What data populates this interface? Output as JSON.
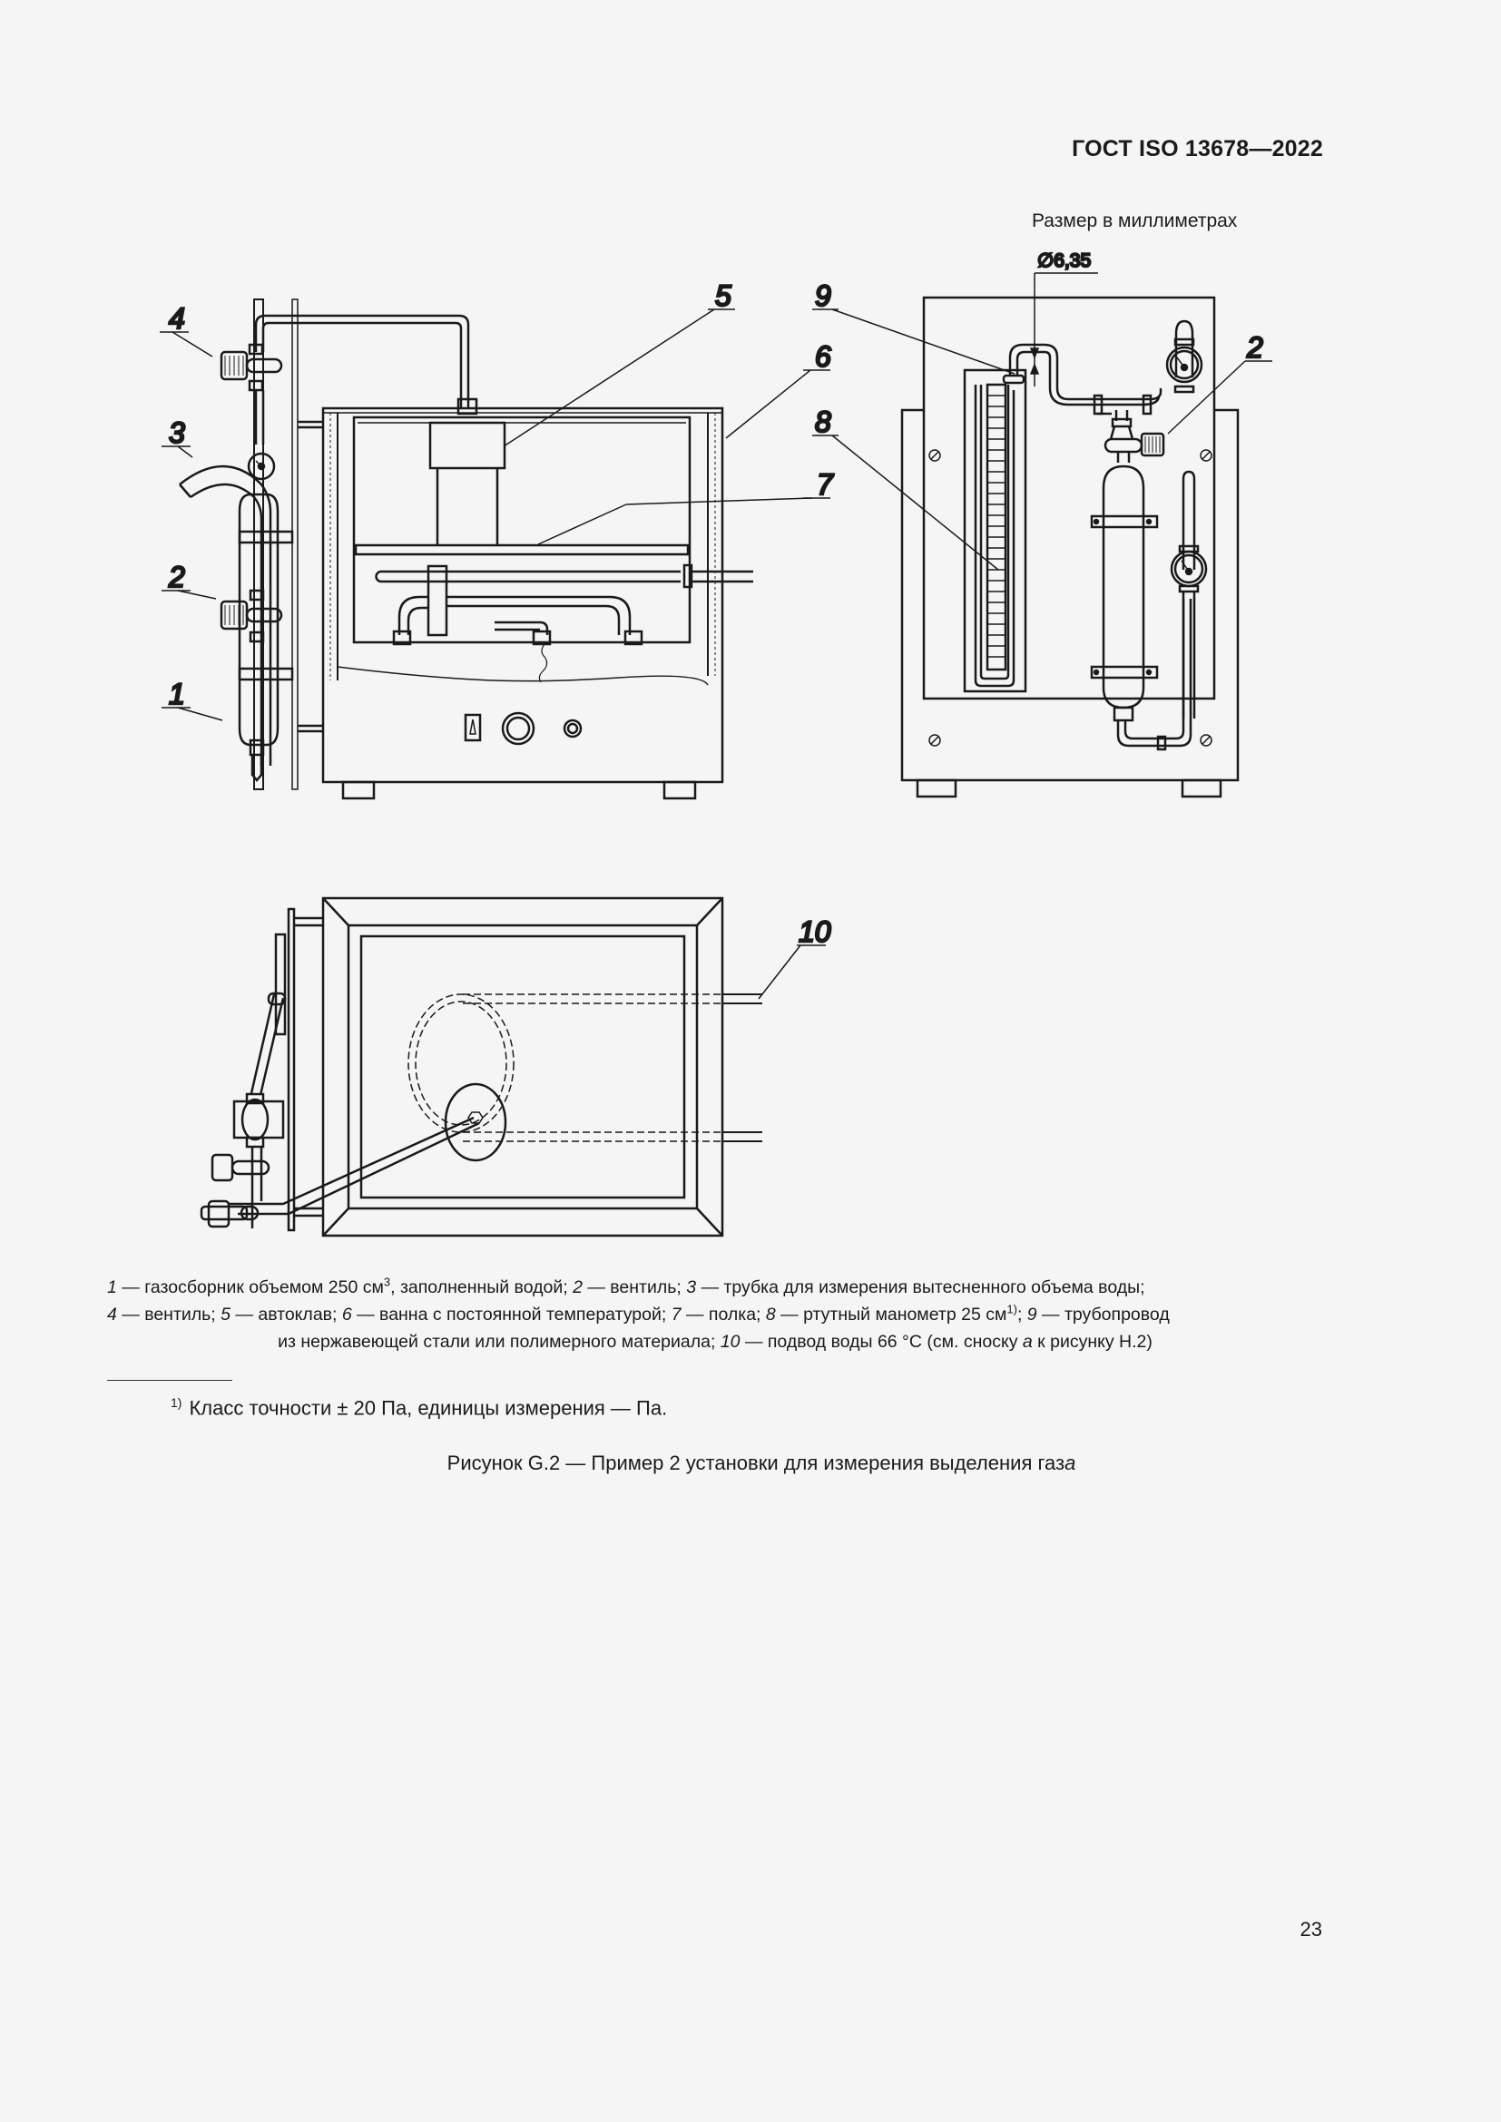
{
  "header": {
    "standard_code": "ГОСТ ISO 13678—2022"
  },
  "figure": {
    "size_note": "Размер в миллиметрах",
    "dimension_label": "∅6,35",
    "callouts": [
      "1",
      "2",
      "3",
      "4",
      "5",
      "6",
      "7",
      "8",
      "9",
      "2",
      "10"
    ],
    "callout_labels": {
      "c1": "1",
      "c2": "2",
      "c3": "3",
      "c4": "4",
      "c5": "5",
      "c6": "6",
      "c7": "7",
      "c8": "8",
      "c9": "9",
      "c2b": "2",
      "c10": "10"
    },
    "legend": {
      "items": [
        {
          "num": "1",
          "text": "газосборник объемом 250 см",
          "sup": "3",
          "tail": ", заполненный водой;"
        },
        {
          "num": "2",
          "text": "вентиль;"
        },
        {
          "num": "3",
          "text": "трубка для измерения вытесненного объема воды;"
        },
        {
          "num": "4",
          "text": "вентиль;"
        },
        {
          "num": "5",
          "text": "автоклав;"
        },
        {
          "num": "6",
          "text": "ванна с постоянной температурой;"
        },
        {
          "num": "7",
          "text": "полка;"
        },
        {
          "num": "8",
          "text": "ртутный манометр 25 см",
          "sup": "1)",
          "tail": ";"
        },
        {
          "num": "9",
          "text": "трубопровод из нержавеющей стали или полимерного материала;"
        },
        {
          "num": "10",
          "text": "подвод воды 66 °С (см. сноску",
          "italic_ref": "а",
          "tail": "к рисунку Н.2)"
        }
      ],
      "line1": {
        "n1": "1",
        "t1a": " — газосборник объемом 250 см",
        "sup1": "3",
        "t1b": ", заполненный водой; ",
        "n2": "2",
        "t2": " — вентиль; ",
        "n3": "3",
        "t3": " — трубка для измерения вытесненного объема воды;"
      },
      "line2": {
        "n4": "4",
        "t4": " — вентиль; ",
        "n5": "5",
        "t5": " — автоклав; ",
        "n6": "6",
        "t6": " — ванна с постоянной температурой; ",
        "n7": "7",
        "t7": " — полка; ",
        "n8": "8",
        "t8": " — ртутный манометр 25 см",
        "sup8": "1)",
        "t8b": "; ",
        "n9": "9",
        "t9": " — трубопровод"
      },
      "line3": {
        "t9b": "из нержавеющей стали или полимерного материала; ",
        "n10": "10",
        "t10": " — подвод воды 66 °С (см. сноску ",
        "ref": "а",
        "t10b": " к рисунку Н.2)"
      }
    },
    "footnote": {
      "marker": "1)",
      "text": "Класс точности ± 20 Па, единицы измерения — Па."
    },
    "title": {
      "text": "Рисунок G.2 — Пример 2 установки для измерения выделения газ",
      "italic_end": "а"
    }
  },
  "page_number": "23"
}
